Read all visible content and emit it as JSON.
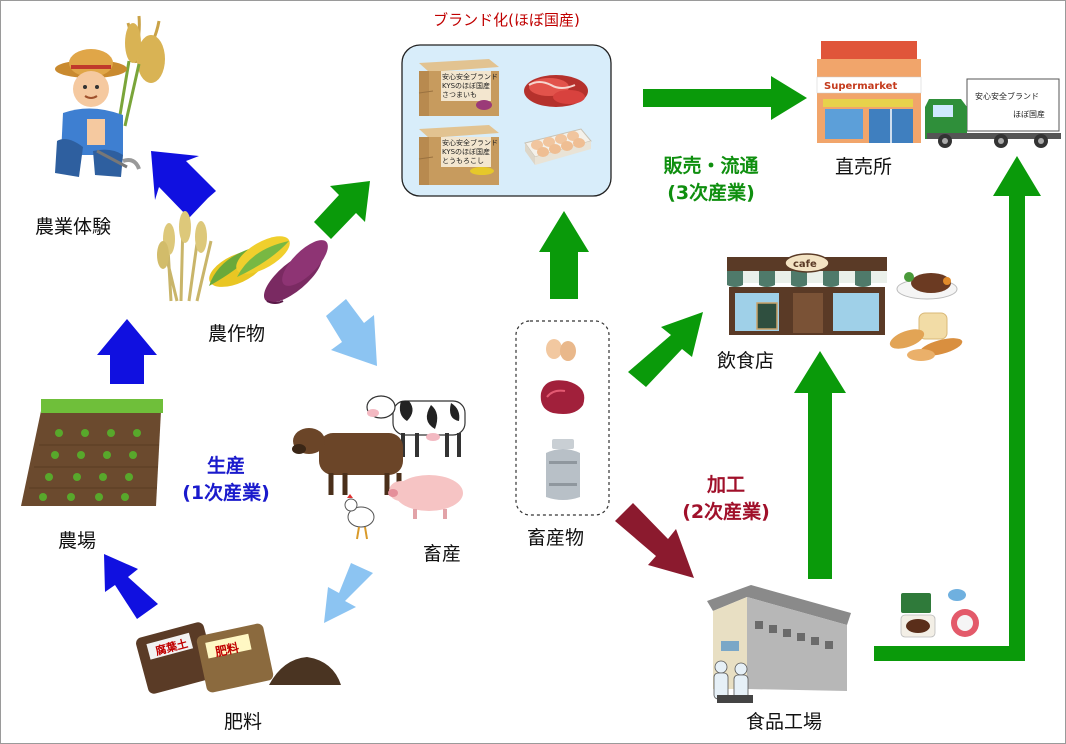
{
  "labels": {
    "brand": "ブランド化(ほぼ国産)",
    "agri_experience": "農業体験",
    "crops": "農作物",
    "farm": "農場",
    "fertilizer": "肥料",
    "livestock": "畜産",
    "livestock_products": "畜産物",
    "direct_store": "直売所",
    "restaurant": "飲食店",
    "food_factory": "食品工場"
  },
  "phases": {
    "production": {
      "line1": "生産",
      "line2": "(1次産業)",
      "color": "#1a1acc"
    },
    "processing": {
      "line1": "加工",
      "line2": "(2次産業)",
      "color": "#a0102a"
    },
    "sales": {
      "line1": "販売・流通",
      "line2": "(3次産業)",
      "color": "#0f8f0f"
    }
  },
  "packages": {
    "box1_line1": "安心安全ブランド",
    "box1_line2": "KYSのほぼ国産",
    "box1_line3": "さつまいも",
    "box2_line1": "安心安全ブランド",
    "box2_line2": "KYSのほぼ国産",
    "box2_line3": "とうもろこし",
    "truck_line1": "安心安全ブランド",
    "truck_line2": "ほぼ国産",
    "store_sign": "Supermarket",
    "cafe_sign": "cafe",
    "bag1": "腐葉土",
    "bag2": "肥料"
  },
  "colors": {
    "green_arrow": "#0a9a0a",
    "blue_arrow": "#1010e0",
    "lightblue_arrow": "#8cc4f2",
    "red_arrow": "#8b1a2e",
    "brand_title": "#c00000"
  }
}
